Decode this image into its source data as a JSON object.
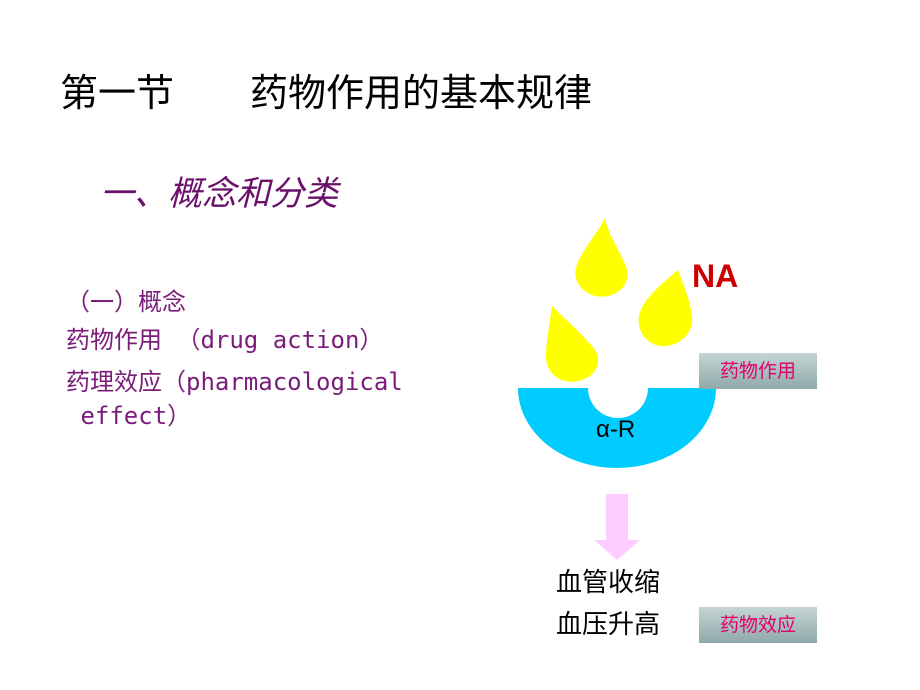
{
  "slide": {
    "title": "第一节　　药物作用的基本规律",
    "subtitle": "一、概念和分类",
    "concept_heading": "（一）概念",
    "line_drug_action": "药物作用 （drug action）",
    "line_pharm_1": "药理效应（pharmacological",
    "line_pharm_2": " effect）"
  },
  "diagram": {
    "ligand_label": "NA",
    "receptor_label": "α-R",
    "tag_drug_action": "药物作用",
    "tag_drug_effect": "药物效应",
    "effect_line_1": "血管收缩",
    "effect_line_2": "血压升高",
    "colors": {
      "ligand": "#ffff00",
      "receptor": "#00ccff",
      "arrow": "#ffccff",
      "na_text": "#cc0000",
      "tag_text": "#e0006a"
    }
  }
}
